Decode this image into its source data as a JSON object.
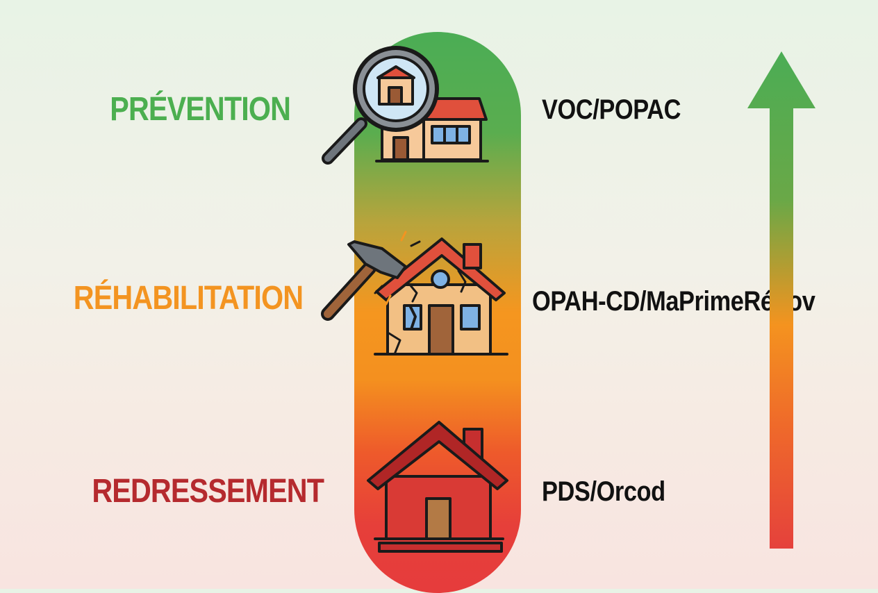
{
  "stages": [
    {
      "label": "PRÉVENTION",
      "color": "#4caf50",
      "icon": "magnifier-house-icon",
      "program": "VOC/POPAC"
    },
    {
      "label": "RÉHABILITATION",
      "color": "#f39421",
      "icon": "hammer-damaged-house-icon",
      "program": "OPAH-CD/MaPrimeRénov"
    },
    {
      "label": "REDRESSEMENT",
      "color": "#b52a2e",
      "icon": "red-house-icon",
      "program": "PDS/Orcod"
    }
  ],
  "colors": {
    "green": "#4caf50",
    "orange": "#f39421",
    "red": "#e63c3c",
    "dark_red": "#b52a2e"
  }
}
